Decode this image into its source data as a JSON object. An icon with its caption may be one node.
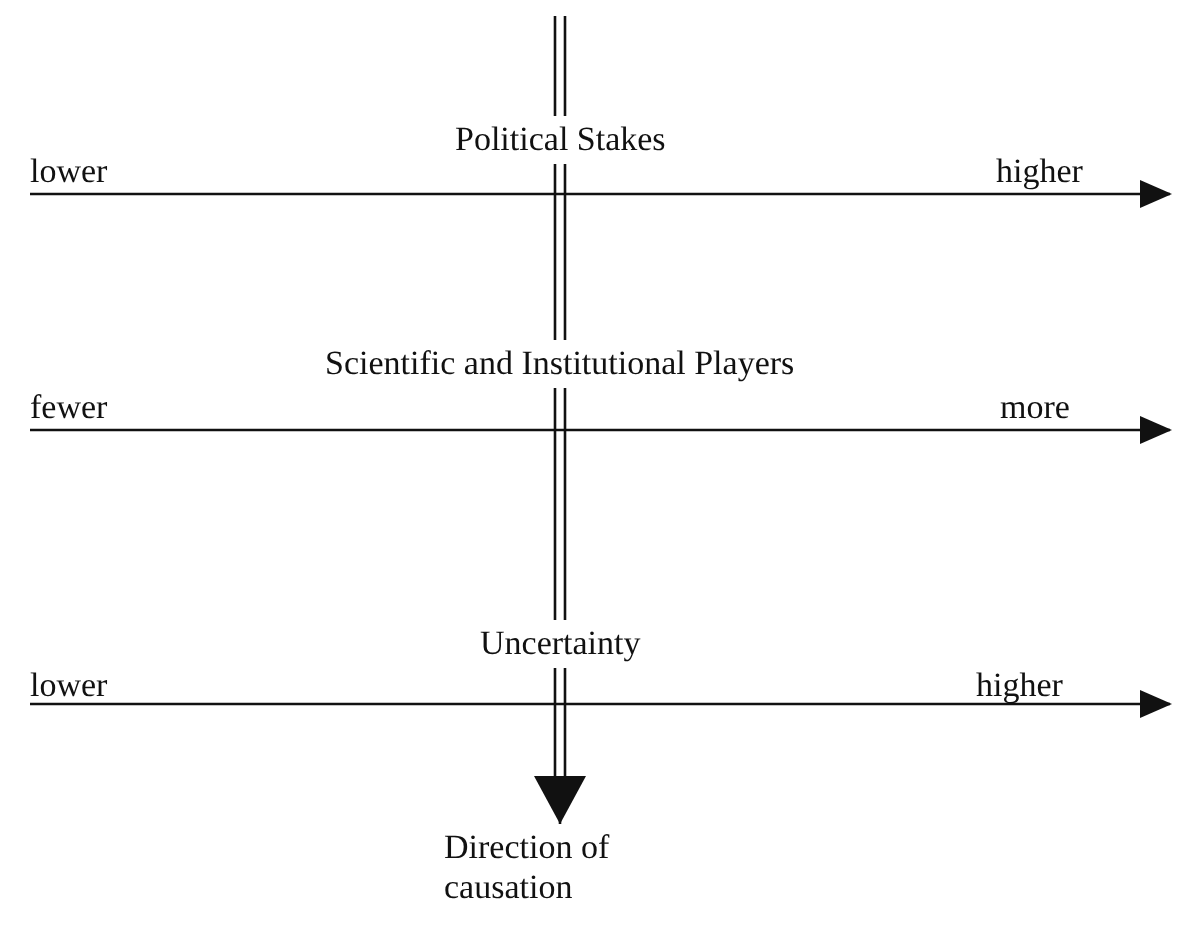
{
  "diagram": {
    "nodes": [
      {
        "text": [
          "Political Stakes"
        ]
      },
      {
        "text": [
          "Scientific and Institutional Players"
        ]
      },
      {
        "text": [
          "Uncertainty"
        ]
      },
      {
        "text": [
          "Direction of causation"
        ]
      }
    ],
    "edges": [
      {
        "from": null,
        "to": 0,
        "arrow": "none"
      },
      {
        "from": 0,
        "to": 1,
        "arrow": "none"
      },
      {
        "from": 1,
        "to": 2,
        "arrow": "none"
      },
      {
        "from": 2,
        "to": 3,
        "arrow": "to"
      }
    ],
    "labels": [
      "lower",
      "higher",
      "fewer",
      "more",
      "lower",
      "higher"
    ]
  }
}
